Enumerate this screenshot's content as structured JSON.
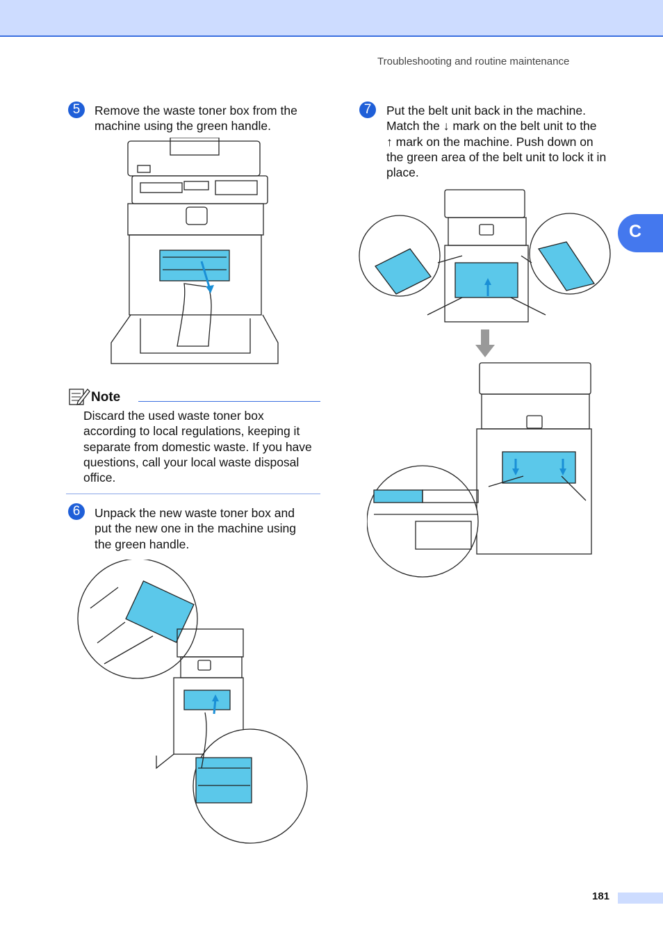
{
  "header": {
    "running_head": "Troubleshooting and routine maintenance"
  },
  "tab": {
    "label": "C",
    "color": "#4478ee"
  },
  "steps": [
    {
      "number": "5",
      "text_lines": [
        "Remove the waste toner box from the",
        "machine using the green handle."
      ]
    },
    {
      "number": "6",
      "text_lines": [
        "Unpack the new waste toner box and",
        "put the new one in the machine using",
        "the green handle."
      ]
    },
    {
      "number": "7",
      "text_lines": [
        "Put the belt unit back in the machine.",
        "Match the ↓ mark on the belt unit to the",
        "↑ mark on the machine. Push down on",
        "the green area of the belt unit to lock it in",
        "place."
      ]
    }
  ],
  "note": {
    "title": "Note",
    "lines": [
      "Discard the used waste toner box",
      "according to local regulations, keeping it",
      "separate from domestic waste. If you have",
      "questions, call your local waste disposal",
      "office."
    ]
  },
  "footer": {
    "page_number": "181"
  },
  "colors": {
    "accent": "#1f5fd8",
    "header_bar": "#cddcff",
    "highlight_cyan": "#5bc8ea"
  }
}
